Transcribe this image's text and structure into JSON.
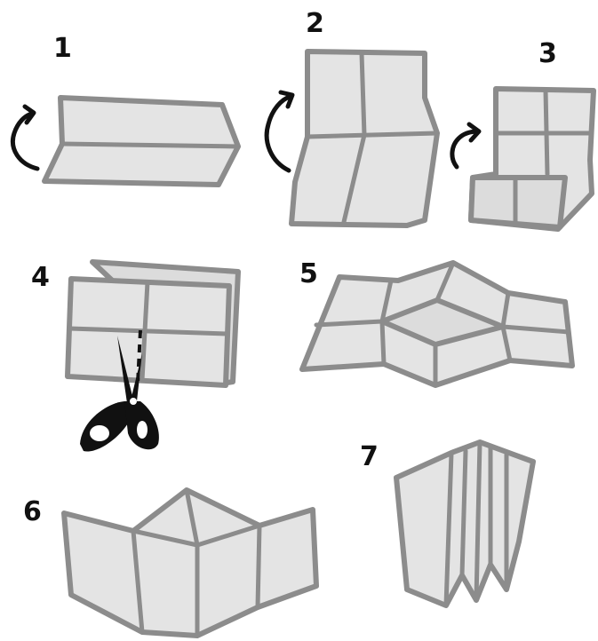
{
  "steps": [
    {
      "label": "1"
    },
    {
      "label": "2"
    },
    {
      "label": "3"
    },
    {
      "label": "4"
    },
    {
      "label": "5"
    },
    {
      "label": "6"
    },
    {
      "label": "7"
    }
  ],
  "colors": {
    "paper_fill": "#e4e4e4",
    "paper_edge": "#8c8c8c",
    "ink": "#111111"
  },
  "icons": [
    "curved-arrow-icon",
    "scissors-icon"
  ]
}
